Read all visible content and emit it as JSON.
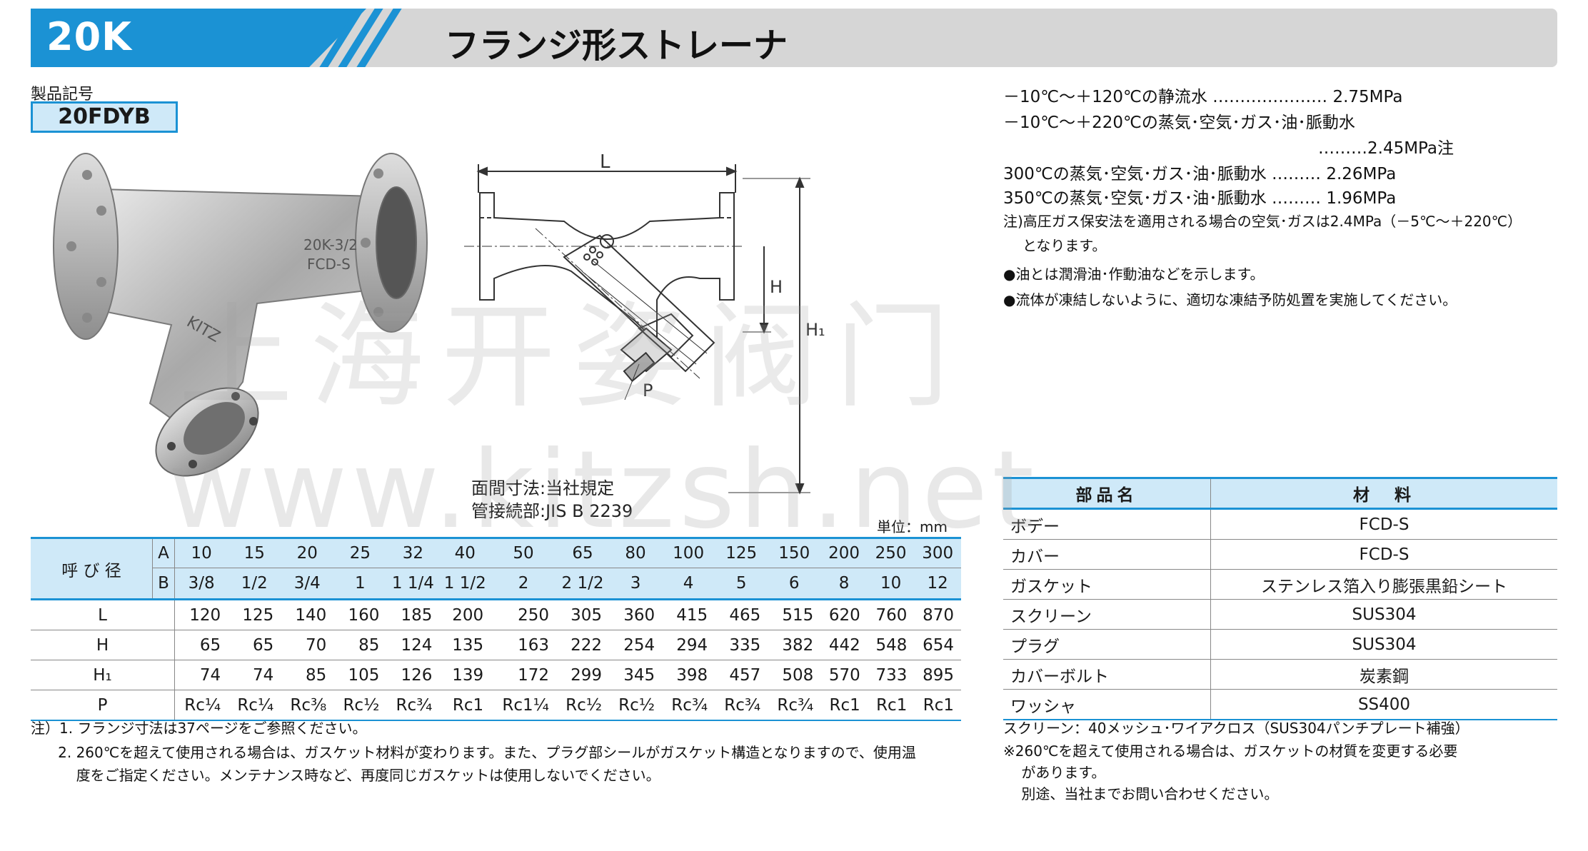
{
  "header": {
    "code": "20K",
    "title": "フランジ形ストレーナ"
  },
  "product": {
    "label": "製品記号",
    "code": "20FDYB"
  },
  "photo": {
    "casting_marks": [
      "20K-3/2",
      "FCD-S",
      "KITZ"
    ]
  },
  "drawing": {
    "dim_labels": {
      "L": "L",
      "H": "H",
      "H1": "H₁",
      "P": "P"
    },
    "notes": [
      "面間寸法:当社規定",
      "管接続部:JIS B 2239"
    ]
  },
  "specs": {
    "line1": "－10℃～＋120℃の静流水 ………………… 2.75MPa",
    "line2": "－10℃～＋220℃の蒸気･空気･ガス･油･脈動水",
    "line3": "………2.45MPa注",
    "line4": "300℃の蒸気･空気･ガス･油･脈動水 ……… 2.26MPa",
    "line5": "350℃の蒸気･空気･ガス･油･脈動水 ……… 1.96MPa",
    "note1": "注)高圧ガス保安法を適用される場合の空気･ガスは2.4MPa（－5℃～＋220℃）",
    "note2": "となります。",
    "bullet1": "●油とは潤滑油･作動油などを示します。",
    "bullet2": "●流体が凍結しないように、適切な凍結予防処置を実施してください。"
  },
  "watermark": {
    "cn": "上海开姿阀门",
    "url": "www.kitzsh.net"
  },
  "dim_table": {
    "unit": "単位：mm",
    "nominal_label": "呼 び 径",
    "A_label": "A",
    "B_label": "B",
    "A": [
      "10",
      "15",
      "20",
      "25",
      "32",
      "40",
      "50",
      "65",
      "80",
      "100",
      "125",
      "150",
      "200",
      "250",
      "300"
    ],
    "B": [
      "3/8",
      "1/2",
      "3/4",
      "1",
      "1 1/4",
      "1 1/2",
      "2",
      "2 1/2",
      "3",
      "4",
      "5",
      "6",
      "8",
      "10",
      "12"
    ],
    "rows": [
      {
        "label": "L",
        "values": [
          "120",
          "125",
          "140",
          "160",
          "185",
          "200",
          "250",
          "305",
          "360",
          "415",
          "465",
          "515",
          "620",
          "760",
          "870"
        ]
      },
      {
        "label": "H",
        "values": [
          "65",
          "65",
          "70",
          "85",
          "124",
          "135",
          "163",
          "222",
          "254",
          "294",
          "335",
          "382",
          "442",
          "548",
          "654"
        ]
      },
      {
        "label": "H₁",
        "values": [
          "74",
          "74",
          "85",
          "105",
          "126",
          "139",
          "172",
          "299",
          "345",
          "398",
          "457",
          "508",
          "570",
          "733",
          "895"
        ]
      },
      {
        "label": "P",
        "values": [
          "Rc¼",
          "Rc¼",
          "Rc⅜",
          "Rc½",
          "Rc¾",
          "Rc1",
          "Rc1¼",
          "Rc½",
          "Rc½",
          "Rc¾",
          "Rc¾",
          "Rc¾",
          "Rc1",
          "Rc1",
          "Rc1"
        ]
      }
    ]
  },
  "dim_notes": {
    "n1": "注）1. フランジ寸法は37ページをご参照ください。",
    "n2": "      2. 260℃を超えて使用される場合は、ガスケット材料が変わります。また、プラグ部シールがガスケット構造となりますので、使用温",
    "n3": "          度をご指定ください。メンテナンス時など、再度同じガスケットは使用しないでください。"
  },
  "mat_table": {
    "header": [
      "部品名",
      "材　料"
    ],
    "rows": [
      [
        "ボデー",
        "FCD-S"
      ],
      [
        "カバー",
        "FCD-S"
      ],
      [
        "ガスケット",
        "ステンレス箔入り膨張黒鉛シート"
      ],
      [
        "スクリーン",
        "SUS304"
      ],
      [
        "プラグ",
        "SUS304"
      ],
      [
        "カバーボルト",
        "炭素鋼"
      ],
      [
        "ワッシャ",
        "SS400"
      ]
    ]
  },
  "mat_notes": {
    "n1": "スクリーン：40メッシュ･ワイアクロス（SUS304パンチプレート補強）",
    "n2": "※260℃を超えて使用される場合は、ガスケットの材質を変更する必要",
    "n3": "    があります。",
    "n4": "    別途、当社までお問い合わせください。"
  },
  "colors": {
    "accent": "#1b92d4",
    "header_gray": "#d6d6d6",
    "light_blue": "#cfe9f8"
  }
}
